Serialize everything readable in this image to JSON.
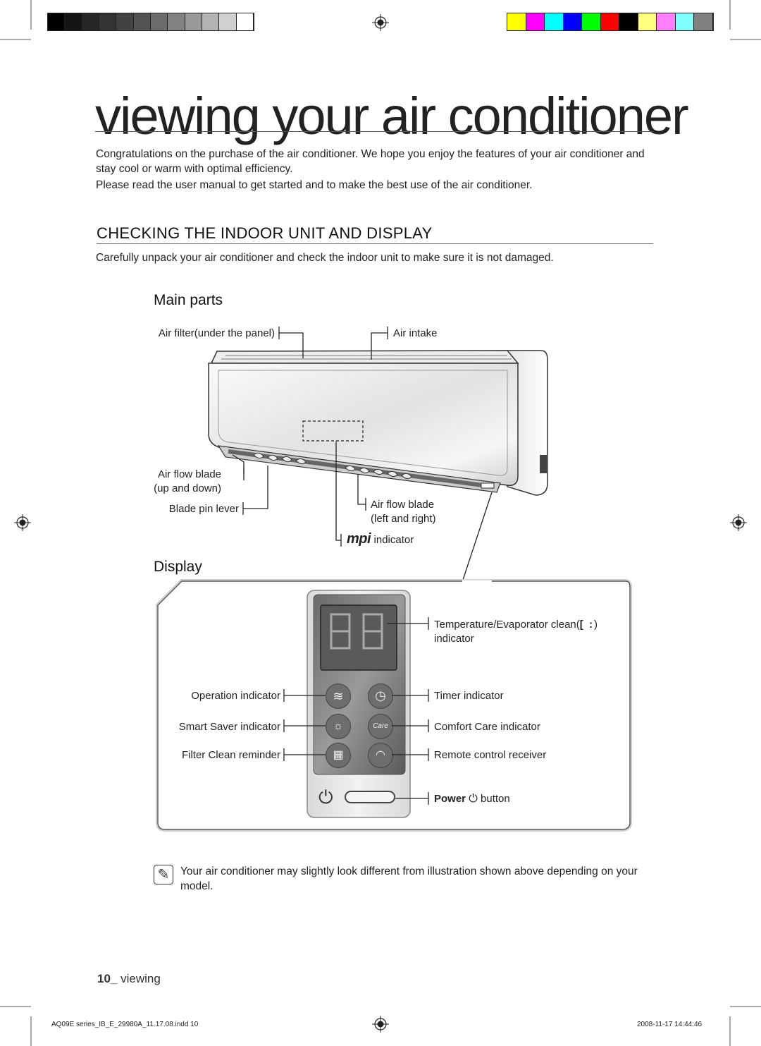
{
  "print_marks": {
    "grey_swatches": [
      "#000000",
      "#151515",
      "#262626",
      "#333333",
      "#424242",
      "#545454",
      "#6b6b6b",
      "#828282",
      "#999999",
      "#b3b3b3",
      "#d0d0d0",
      "#ffffff"
    ],
    "color_swatches": [
      "#ffff00",
      "#ff00ff",
      "#00ffff",
      "#0000ff",
      "#00ff00",
      "#ff0000",
      "#000000",
      "#ffff80",
      "#ff80ff",
      "#80ffff",
      "#808080"
    ]
  },
  "page": {
    "title": "viewing your air conditioner",
    "intro_1": "Congratulations on the purchase of the air conditioner. We hope you enjoy the features of your air conditioner and stay cool or warm with optimal efficiency.",
    "intro_2": "Please read the user manual to get started and to make the best use of the air conditioner.",
    "section_title": "CHECKING THE INDOOR UNIT AND DISPLAY",
    "section_text": "Carefully unpack your air conditioner and check the indoor unit to make sure it is not damaged."
  },
  "main_parts": {
    "heading": "Main parts",
    "labels": {
      "air_filter": "Air filter(under the panel)",
      "air_intake": "Air intake",
      "air_flow_ud_1": "Air flow blade",
      "air_flow_ud_2": "(up and down)",
      "blade_pin": "Blade pin lever",
      "air_flow_lr_1": "Air flow blade",
      "air_flow_lr_2": "(left and right)",
      "mpi_logo": "mpi",
      "mpi_indicator": "indicator"
    }
  },
  "display": {
    "heading": "Display",
    "labels": {
      "temperature_1": "Temperature/Evaporator clean(",
      "temperature_2": ")",
      "temperature_3": "indicator",
      "operation": "Operation indicator",
      "timer": "Timer indicator",
      "smart_saver": "Smart Saver indicator",
      "comfort_care": "Comfort Care indicator",
      "filter_clean": "Filter Clean reminder",
      "remote_receiver": "Remote control receiver",
      "power_bold": "Power",
      "power_button": "button"
    },
    "care_text": "Care"
  },
  "note": {
    "text": "Your air conditioner may slightly look different from illustration shown above depending on your model."
  },
  "footer": {
    "page_number": "10_",
    "page_label": "viewing",
    "file_name": "AQ09E series_IB_E_29980A_11.17.08.indd   10",
    "timestamp": "2008-11-17   14:44:46"
  }
}
